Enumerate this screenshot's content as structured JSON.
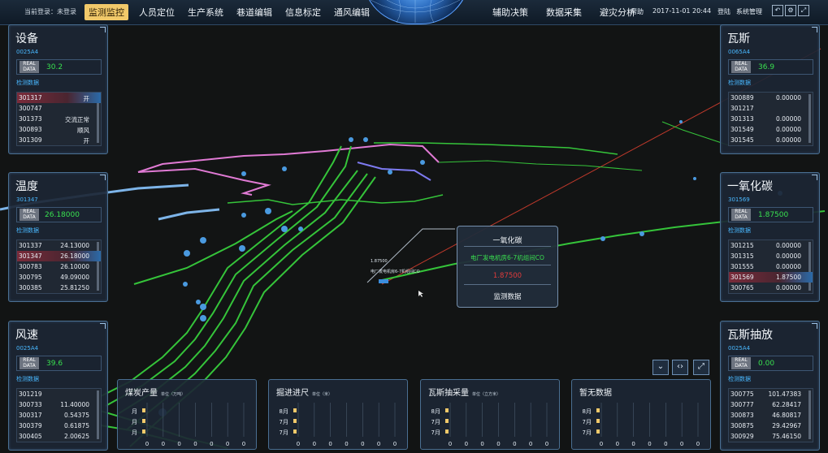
{
  "topbar": {
    "login_text": "当前登录：未登录",
    "nav_left": [
      "监测监控",
      "人员定位",
      "生产系统",
      "巷道编辑",
      "信息标定",
      "通风编辑"
    ],
    "active_index": 0,
    "nav_right": [
      "辅助决策",
      "数据采集",
      "避灾分析"
    ],
    "help": "帮助",
    "datetime": "2017-11-01  20:44",
    "login_link": "登陆",
    "admin": "系统管理"
  },
  "panels": {
    "equipment": {
      "title": "设备",
      "id": "0025A4",
      "real_tag": "REAL DATA",
      "value": "30.2",
      "sub": "检测数据",
      "rows": [
        [
          "301317",
          "开"
        ],
        [
          "300747",
          ""
        ],
        [
          "301373",
          "交流正常"
        ],
        [
          "300893",
          "顺风"
        ],
        [
          "301309",
          "开"
        ]
      ],
      "alert_row": 0
    },
    "temperature": {
      "title": "温度",
      "id": "301347",
      "real_tag": "REAL DATA",
      "value": "26.18000",
      "sub": "检测数据",
      "rows": [
        [
          "301337",
          "24.13000"
        ],
        [
          "301347",
          "26.18000"
        ],
        [
          "300783",
          "26.10000"
        ],
        [
          "300795",
          "49.09000"
        ],
        [
          "300385",
          "25.81250"
        ]
      ],
      "alert_row": 1
    },
    "wind": {
      "title": "风速",
      "id": "0025A4",
      "real_tag": "REAL DATA",
      "value": "39.6",
      "sub": "检测数据",
      "rows": [
        [
          "301219",
          ""
        ],
        [
          "300733",
          "11.40000"
        ],
        [
          "300317",
          "0.54375"
        ],
        [
          "300379",
          "0.61875"
        ],
        [
          "300405",
          "2.00625"
        ]
      ],
      "alert_row": -1
    },
    "gas": {
      "title": "瓦斯",
      "id": "0065A4",
      "real_tag": "REAL DATA",
      "value": "36.9",
      "sub": "检测数据",
      "rows": [
        [
          "300889",
          "0.00000"
        ],
        [
          "301217",
          ""
        ],
        [
          "301313",
          "0.00000"
        ],
        [
          "301549",
          "0.00000"
        ],
        [
          "301545",
          "0.00000"
        ]
      ],
      "alert_row": -1
    },
    "co": {
      "title": "一氧化碳",
      "id": "301569",
      "real_tag": "REAL DATA",
      "value": "1.87500",
      "sub": "检测数据",
      "rows": [
        [
          "301215",
          "0.00000"
        ],
        [
          "301315",
          "0.00000"
        ],
        [
          "301555",
          "0.00000"
        ],
        [
          "301569",
          "1.87500"
        ],
        [
          "300765",
          "0.00000"
        ]
      ],
      "alert_row": 3
    },
    "gas_drain": {
      "title": "瓦斯抽放",
      "id": "0025A4",
      "real_tag": "REAL DATA",
      "value": "0.00",
      "sub": "检测数据",
      "rows": [
        [
          "300775",
          "101.47383"
        ],
        [
          "300777",
          "62.28417"
        ],
        [
          "300873",
          "46.80817"
        ],
        [
          "300875",
          "29.42967"
        ],
        [
          "300929",
          "75.46150"
        ]
      ],
      "alert_row": -1
    }
  },
  "popup": {
    "title": "一氧化碳",
    "location": "电厂发电机房6-7机组间CO",
    "value": "1.87500",
    "link": "监测数据"
  },
  "scene_labels": {
    "value": "1.87500",
    "location": "电厂发电机房6-7机组间CO"
  },
  "charts": [
    {
      "title": "煤炭产量",
      "unit": "单位（万吨）",
      "rows": [
        "月",
        "月",
        "月"
      ],
      "x_ticks": [
        "0",
        "0",
        "0",
        "0",
        "0",
        "0",
        "0"
      ]
    },
    {
      "title": "掘进进尺",
      "unit": "单位（米）",
      "rows": [
        "8月",
        "7月",
        "7月"
      ],
      "x_ticks": [
        "0",
        "0",
        "0",
        "0",
        "0",
        "0",
        "0"
      ]
    },
    {
      "title": "瓦斯抽采量",
      "unit": "单位（立方米）",
      "rows": [
        "8月",
        "7月",
        "7月"
      ],
      "x_ticks": [
        "0",
        "0",
        "0",
        "0",
        "0",
        "0",
        "0"
      ]
    },
    {
      "title": "暂无数据",
      "unit": "",
      "rows": [
        "8月",
        "7月",
        "7月"
      ],
      "x_ticks": [
        "0",
        "0",
        "0",
        "0",
        "0",
        "0",
        "0"
      ]
    }
  ],
  "colors": {
    "accent": "#49b8ff",
    "value": "#39e04f",
    "alarm": "#e03b3b",
    "active_tab": "#f1c96a"
  },
  "view_buttons": [
    "chevron-down-icon",
    "expand-arrows-icon",
    "fullscreen-icon"
  ]
}
